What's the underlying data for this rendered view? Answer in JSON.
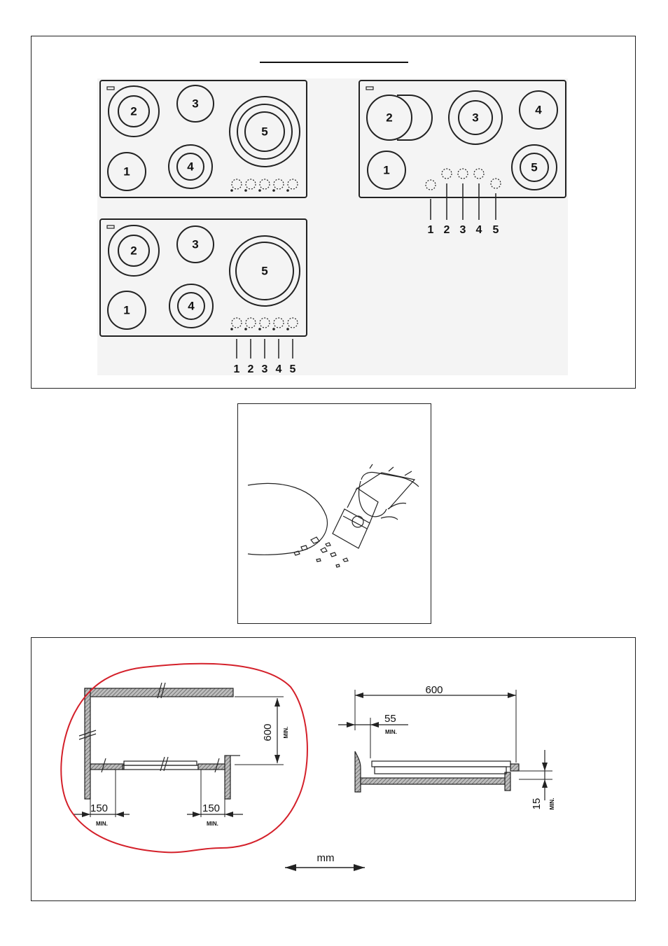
{
  "hob_layouts": {
    "hob_a": {
      "zones": [
        "2",
        "3",
        "5",
        "1",
        "4"
      ]
    },
    "hob_b": {
      "zones": [
        "2",
        "3",
        "4",
        "1",
        "5"
      ],
      "knob_numbers": [
        "1",
        "2",
        "3",
        "4",
        "5"
      ]
    },
    "hob_c": {
      "zones": [
        "2",
        "3",
        "5",
        "1",
        "4"
      ],
      "knob_numbers": [
        "1",
        "2",
        "3",
        "4",
        "5"
      ]
    }
  },
  "installation": {
    "left_drawing": {
      "clearance_top": "600",
      "clearance_top_min": "MIN.",
      "clearance_left": "150",
      "clearance_left_min": "MIN.",
      "clearance_right": "150",
      "clearance_right_min": "MIN."
    },
    "right_drawing": {
      "depth": "600",
      "edge_distance": "55",
      "edge_distance_min": "MIN.",
      "worktop_gap": "15",
      "worktop_gap_min": "MIN."
    },
    "unit": "mm"
  },
  "colors": {
    "highlight": "#d4202a",
    "line": "#222222"
  }
}
